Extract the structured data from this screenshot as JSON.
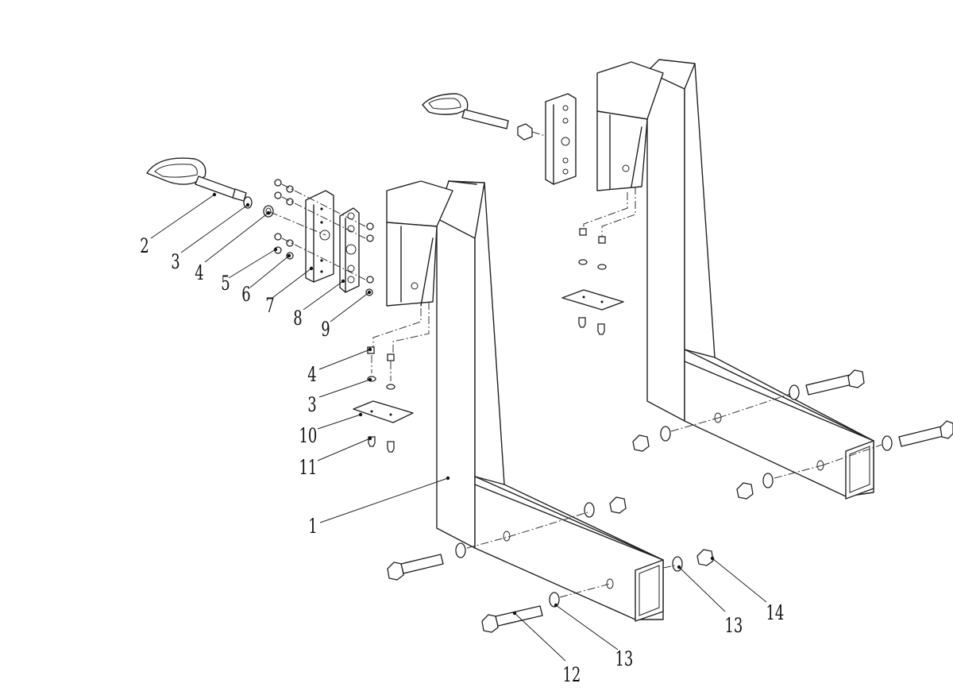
{
  "callouts": {
    "c1": "1",
    "c2": "2",
    "c3a": "3",
    "c3b": "3",
    "c4a": "4",
    "c4b": "4",
    "c5": "5",
    "c6": "6",
    "c7": "7",
    "c8": "8",
    "c9": "9",
    "c10": "10",
    "c11": "11",
    "c12": "12",
    "c13a": "13",
    "c13b": "13",
    "c14": "14"
  }
}
